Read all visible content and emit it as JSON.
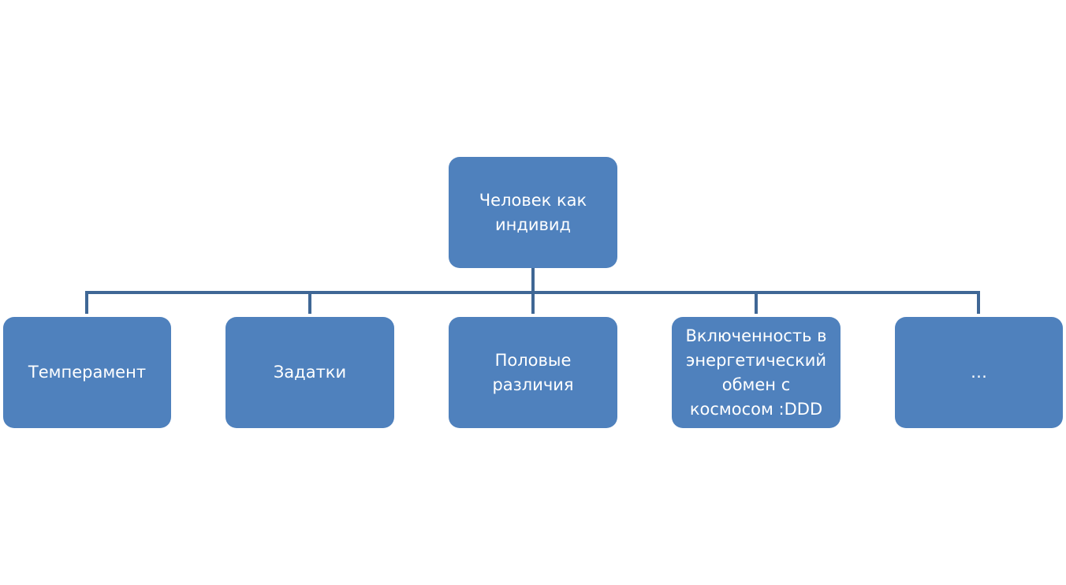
{
  "diagram": {
    "root": {
      "lines": [
        "Человек как",
        "индивид"
      ]
    },
    "children": [
      {
        "lines": [
          "Темперамент"
        ]
      },
      {
        "lines": [
          "Задатки"
        ]
      },
      {
        "lines": [
          "Половые",
          "различия"
        ]
      },
      {
        "lines": [
          "Включенность в",
          "энергетический",
          "обмен с",
          "космосом :DDD"
        ]
      },
      {
        "lines": [
          "…"
        ]
      }
    ],
    "colors": {
      "node_fill": "#4f81bd",
      "node_text": "#ffffff",
      "connector": "#3f6795"
    }
  }
}
